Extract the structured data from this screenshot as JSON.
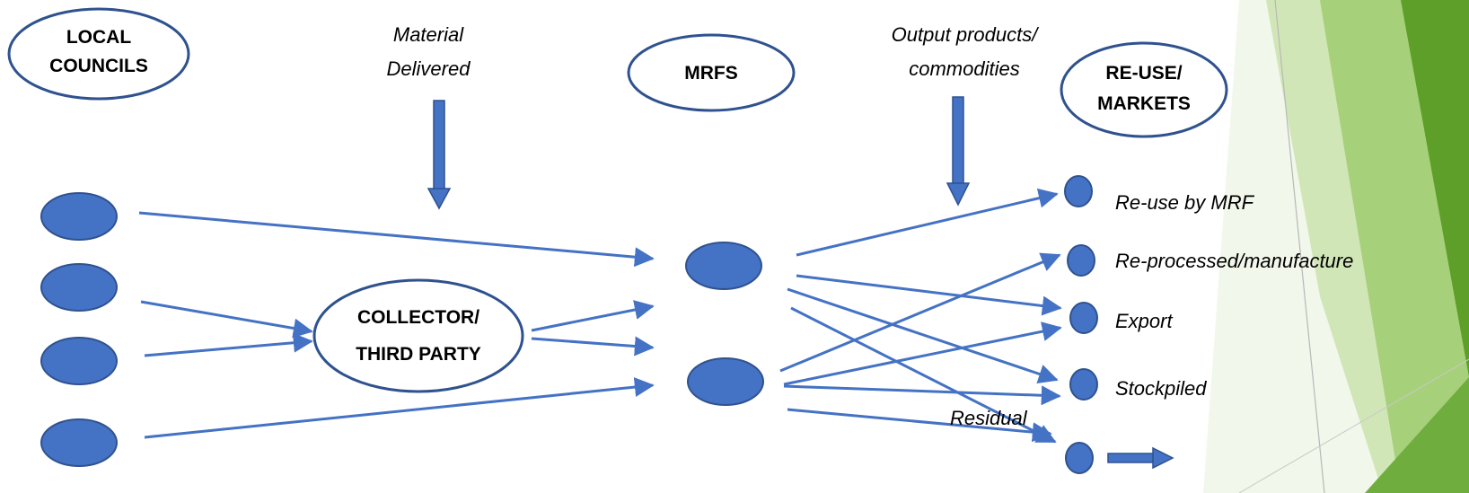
{
  "headers": {
    "local_councils": [
      "LOCAL",
      "COUNCILS"
    ],
    "material_delivered": [
      "Material",
      "Delivered"
    ],
    "mrfs": "MRFS",
    "output_products": [
      "Output products/",
      "commodities"
    ],
    "reuse_markets": [
      "RE-USE/",
      "MARKETS"
    ]
  },
  "collector": [
    "COLLECTOR/",
    "THIRD PARTY"
  ],
  "outcomes": {
    "reuse_by_mrf": "Re-use by MRF",
    "reprocessed": "Re-processed/manufacture",
    "export": "Export",
    "stockpiled": "Stockpiled",
    "residual": "Residual"
  },
  "colors": {
    "node_fill": "#4472c4",
    "node_stroke": "#2f528f",
    "arrow": "#4472c4",
    "header_stroke": "#2f528f",
    "deco_green_dark": "#5e9f2a",
    "deco_green_light": "#c5e0a5"
  }
}
